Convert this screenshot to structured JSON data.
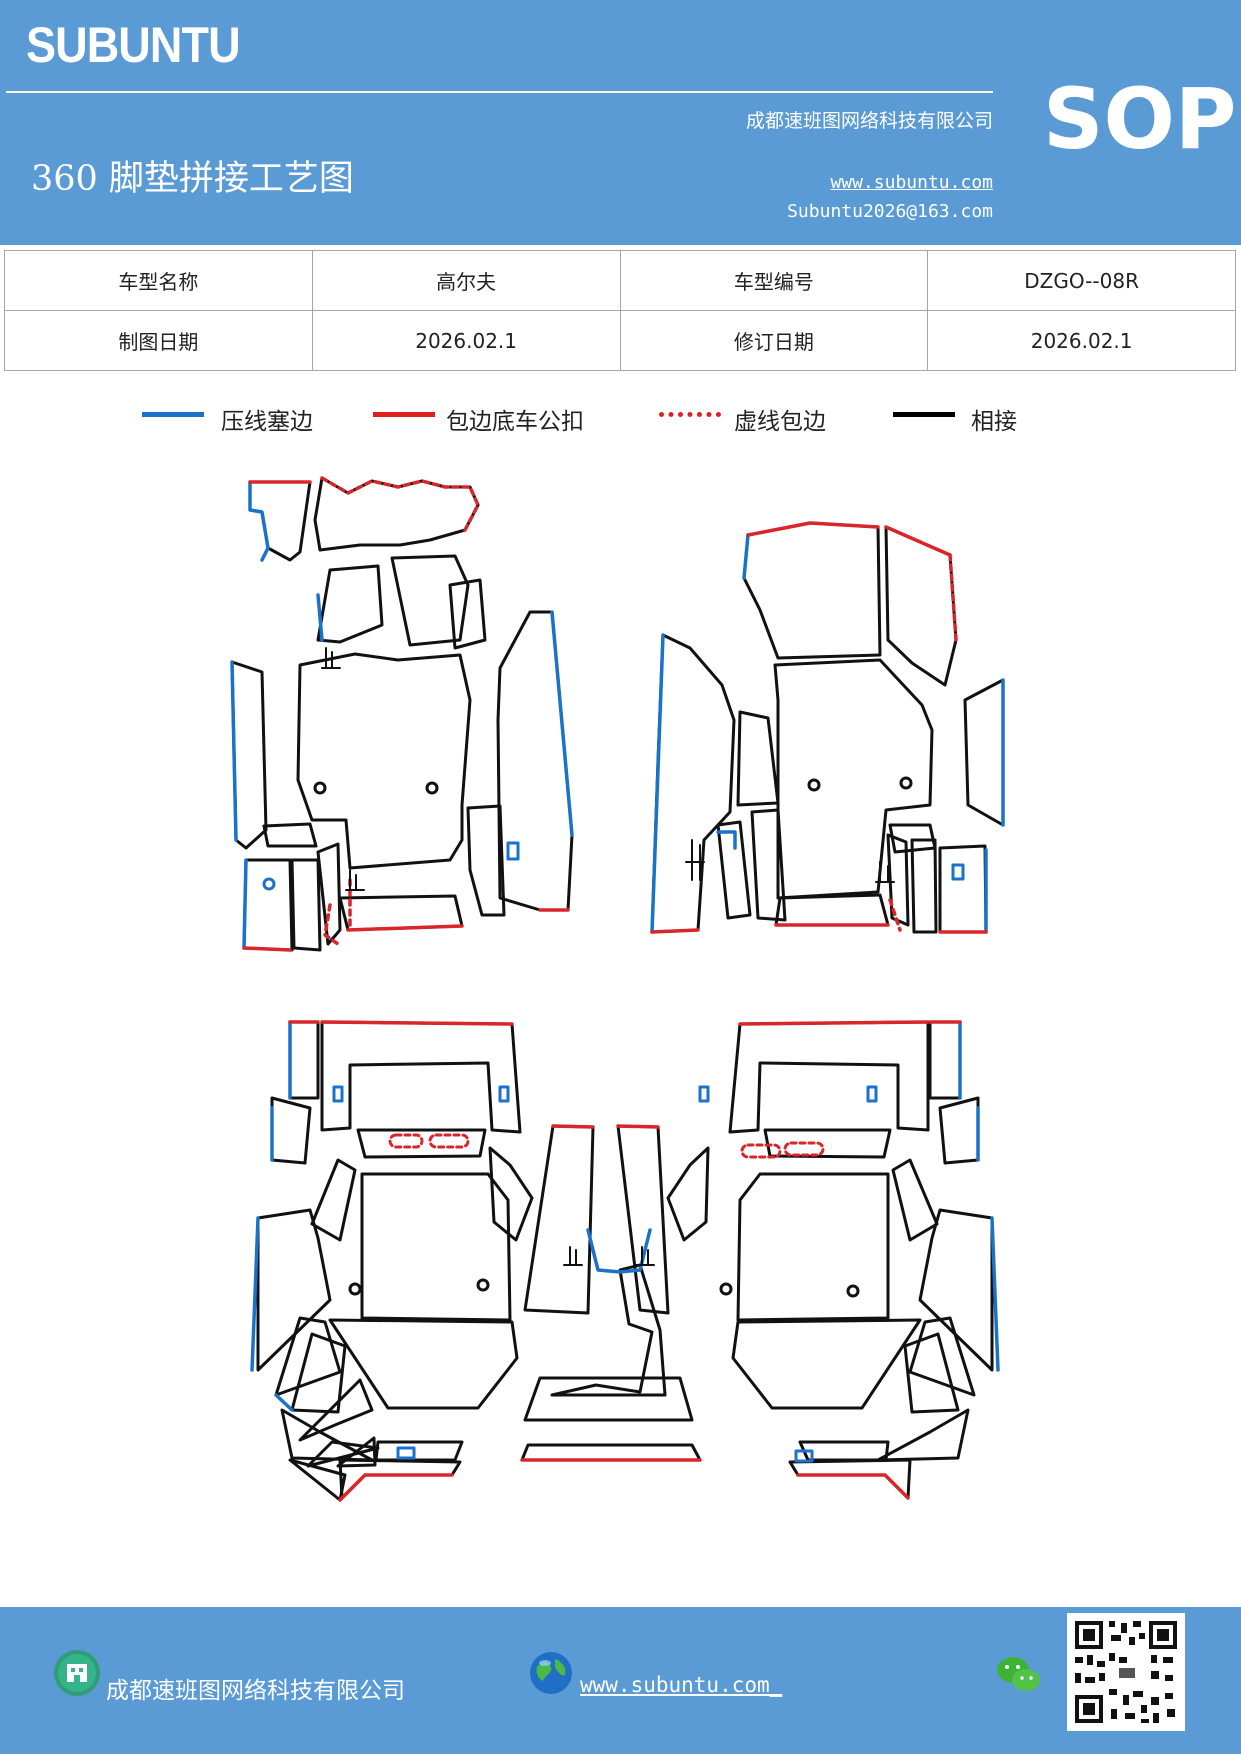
{
  "header": {
    "brand": "SUBUNTU",
    "company": "成都速班图网络科技有限公司",
    "title": "360 脚垫拼接工艺图",
    "website": "www.subuntu.com",
    "email": "Subuntu2026@163.com",
    "badge": "SOP"
  },
  "info_table": {
    "rows": [
      {
        "label1": "车型名称",
        "value1": "高尔夫",
        "label2": "车型编号",
        "value2": "DZGO--08R"
      },
      {
        "label1": "制图日期",
        "value1": "2026.02.1",
        "label2": "修订日期",
        "value2": "2026.02.1"
      }
    ]
  },
  "legend": [
    {
      "label": "压线塞边",
      "color": "#1a73c8",
      "style": "solid"
    },
    {
      "label": "包边底车公扣",
      "color": "#e02020",
      "style": "solid"
    },
    {
      "label": "虚线包边",
      "color": "#e02020",
      "style": "dotted"
    },
    {
      "label": "相接",
      "color": "#000000",
      "style": "solid"
    }
  ],
  "colors": {
    "header_bg": "#5b9bd5",
    "blue_line": "#1a73c8",
    "red_line": "#d9262b",
    "black_line": "#111111"
  },
  "footer": {
    "company": "成都速班图网络科技有限公司",
    "website": "www.subuntu.com_",
    "icons": [
      "company-icon",
      "globe-icon",
      "wechat-icon",
      "qr-code"
    ]
  }
}
